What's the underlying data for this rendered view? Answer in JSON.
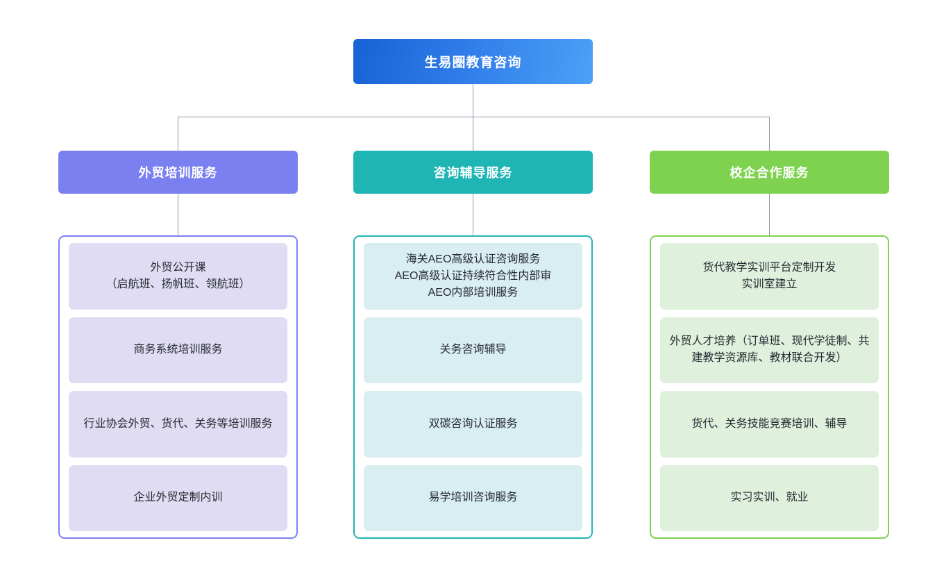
{
  "root": {
    "label": "生易圈教育咨询",
    "color": "#2f7ce8"
  },
  "columns": [
    {
      "key": "waimao-peixun",
      "header": "外贸培训服务",
      "header_color": "#7b80f0",
      "border_color": "#7b80f0",
      "leaf_color": "#e0dcf3",
      "items": [
        "外贸公开课\n（启航班、扬帆班、领航班）",
        "商务系统培训服务",
        "行业协会外贸、货代、关务等培训服务",
        "企业外贸定制内训"
      ]
    },
    {
      "key": "zixun-fudao",
      "header": "咨询辅导服务",
      "header_color": "#1fb5b5",
      "border_color": "#1fb5b5",
      "leaf_color": "#d9eef0",
      "items": [
        "海关AEO高级认证咨询服务\nAEO高级认证持续符合性内部审\nAEO内部培训服务",
        "关务咨询辅导",
        "双碳咨询认证服务",
        "易学培训咨询服务"
      ]
    },
    {
      "key": "xiaoqi-hezuo",
      "header": "校企合作服务",
      "header_color": "#7ed24f",
      "border_color": "#7ed24f",
      "leaf_color": "#dff0dc",
      "items": [
        "货代教学实训平台定制开发\n实训室建立",
        "外贸人才培养（订单班、现代学徒制、共建教学资源库、教材联合开发）",
        "货代、关务技能竞赛培训、辅导",
        "实习实训、就业"
      ]
    }
  ],
  "connectors": {
    "line_color": "#8a99a8"
  }
}
